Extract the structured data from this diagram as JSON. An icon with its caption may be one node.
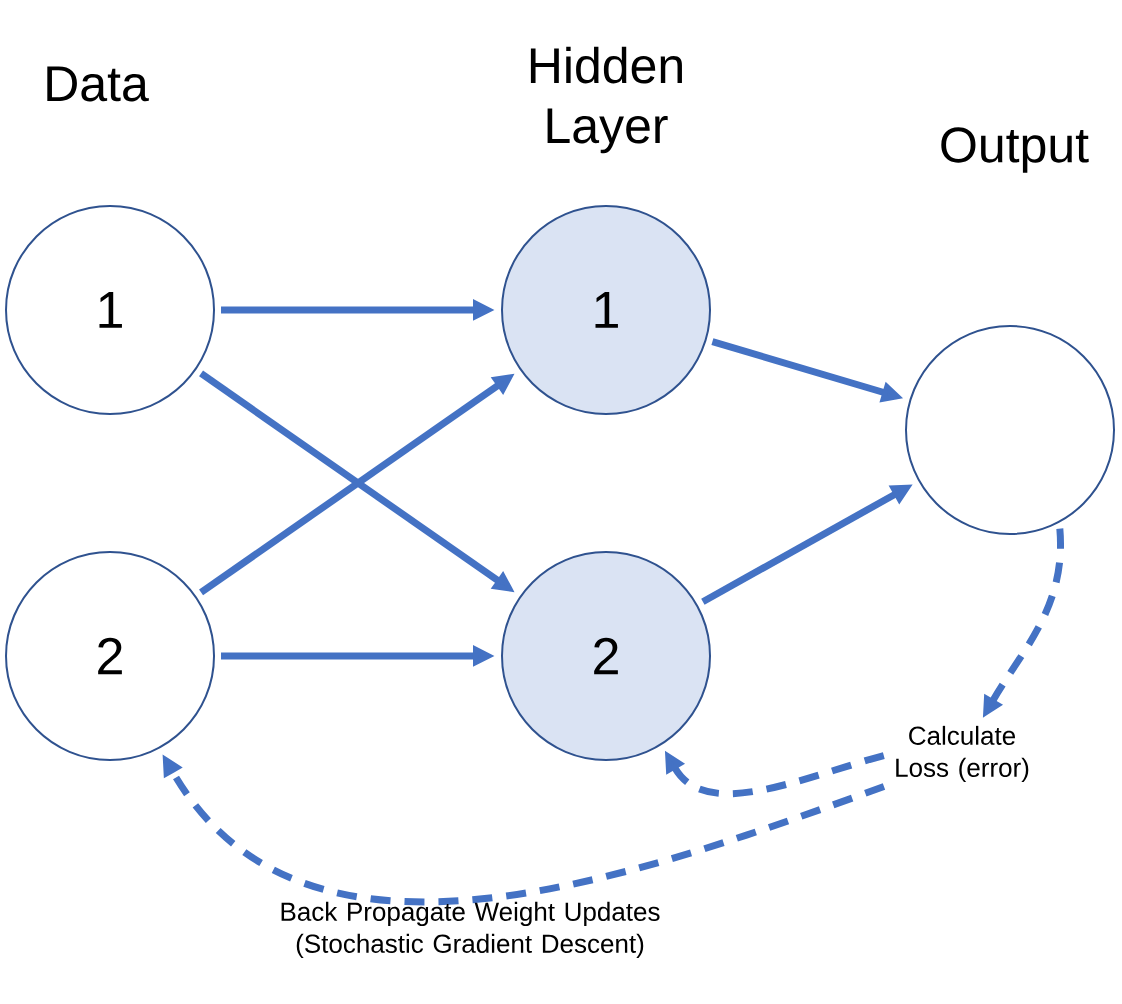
{
  "diagram": {
    "nodes": [
      {
        "text": [
          "1"
        ]
      },
      {
        "text": [
          "2"
        ]
      },
      {
        "text": [
          "1"
        ]
      },
      {
        "text": [
          "2"
        ]
      },
      {
        "text": [],
        "shape": "circle"
      },
      {
        "text": [
          "Calculate Loss (error)"
        ]
      }
    ],
    "edges": [
      {
        "from": 0,
        "to": 2,
        "arrow": "to"
      },
      {
        "from": 0,
        "to": 3,
        "arrow": "to"
      },
      {
        "from": 1,
        "to": 2,
        "arrow": "to"
      },
      {
        "from": 1,
        "to": 3,
        "arrow": "to"
      },
      {
        "from": 2,
        "to": 4,
        "arrow": "to"
      },
      {
        "from": 3,
        "to": 4,
        "arrow": "to"
      },
      {
        "from": 4,
        "to": 5,
        "arrow": "to",
        "style": "dashed"
      },
      {
        "from": 5,
        "to": 3,
        "arrow": "to",
        "style": "dashed"
      },
      {
        "from": 5,
        "to": 1,
        "arrow": "to",
        "style": "dashed",
        "label": "Back Propagate Weight Updates (Stochastic Gradient Descent)"
      }
    ],
    "labels": [
      "Data",
      "Hidden Layer",
      "Output"
    ]
  }
}
